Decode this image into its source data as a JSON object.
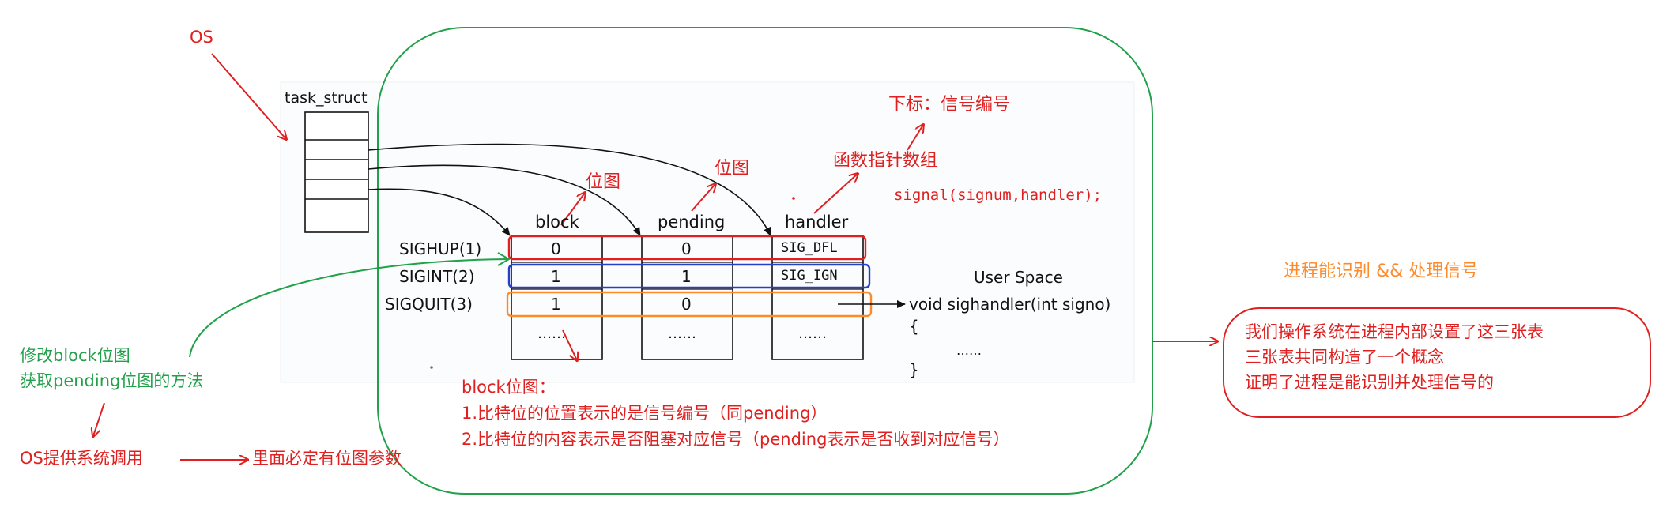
{
  "os_label": "OS",
  "task_struct_label": "task_struct",
  "columns": {
    "block": "block",
    "pending": "pending",
    "handler": "handler"
  },
  "annotations": {
    "bitmap_1": "位图",
    "bitmap_2": "位图",
    "func_ptr_array": "函数指针数组",
    "index_signal_number": "下标：信号编号",
    "signal_call": "signal(signum,handler);"
  },
  "rows": [
    {
      "name": "SIGHUP(1)",
      "block": "0",
      "pending": "0",
      "handler": "SIG_DFL"
    },
    {
      "name": "SIGINT(2)",
      "block": "1",
      "pending": "1",
      "handler": "SIG_IGN"
    },
    {
      "name": "SIGQUIT(3)",
      "block": "1",
      "pending": "0",
      "handler": ""
    }
  ],
  "ellipsis_row": {
    "block": "……",
    "pending": "……",
    "handler": "……"
  },
  "user_space": {
    "title": "User Space",
    "signature": "void sighandler(int signo)",
    "open_brace": "{",
    "body": "……",
    "close_brace": "}"
  },
  "left_notes": {
    "line1": "修改block位图",
    "line2": "获取pending位图的方法",
    "os_syscall": "OS提供系统调用",
    "must_have_param": "里面必定有位图参数"
  },
  "block_explain": {
    "title": "block位图：",
    "point1": "1.比特位的位置表示的是信号编号（同pending）",
    "point2": "2.比特位的内容表示是否阻塞对应信号（pending表示是否收到对应信号）"
  },
  "right_panel": {
    "heading": "进程能识别 && 处理信号",
    "line1": "我们操作系统在进程内部设置了这三张表",
    "line2": "三张表共同构造了一个概念",
    "line3": "证明了进程是能识别并处理信号的"
  },
  "colors": {
    "red": "#e02020",
    "green": "#21a14a",
    "blue": "#2440c8",
    "orange": "#ff8a2a",
    "ink": "#111111"
  }
}
